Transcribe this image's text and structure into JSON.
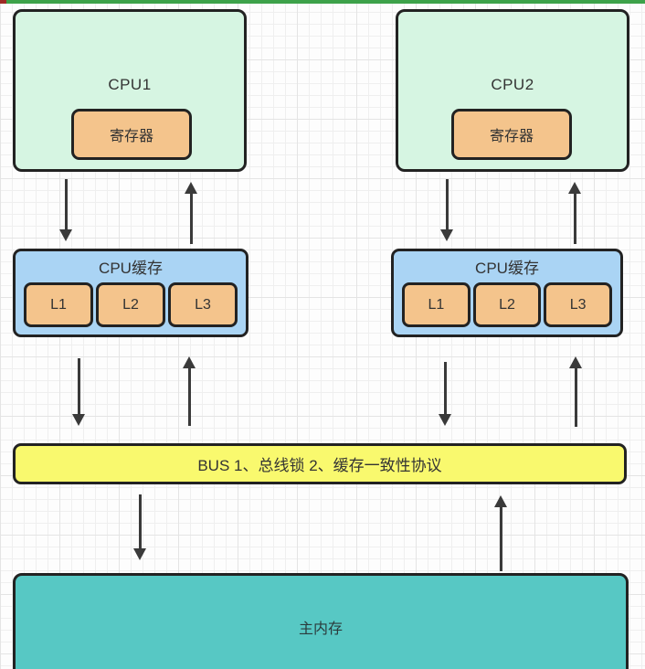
{
  "diagram": {
    "cpus": [
      {
        "label": "CPU1",
        "register": "寄存器"
      },
      {
        "label": "CPU2",
        "register": "寄存器"
      }
    ],
    "caches": [
      {
        "title": "CPU缓存",
        "levels": [
          "L1",
          "L2",
          "L3"
        ]
      },
      {
        "title": "CPU缓存",
        "levels": [
          "L1",
          "L2",
          "L3"
        ]
      }
    ],
    "bus": {
      "label": "BUS 1、总线锁 2、缓存一致性协议"
    },
    "memory": {
      "label": "主内存"
    },
    "colors": {
      "cpu_fill": "#d6f5e2",
      "register_fill": "#f4c48c",
      "cache_fill": "#aad4f4",
      "level_fill": "#f4c48c",
      "bus_fill": "#f9f96e",
      "memory_fill": "#57c8c4",
      "border": "#222222",
      "arrow": "#3a3a3a",
      "top_line": "#3da24a",
      "top_corner": "#9e2b25"
    }
  }
}
